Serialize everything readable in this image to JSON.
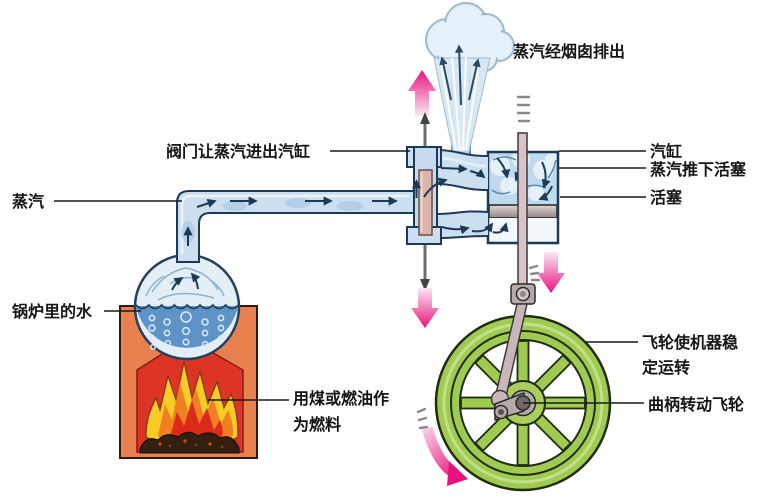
{
  "diagram": {
    "labels": {
      "chimney_exhaust": "蒸汽经烟囱排出",
      "valve": "阀门让蒸汽进出汽缸",
      "steam": "蒸汽",
      "boiler_water": "锅炉里的水",
      "fuel_line1": "用煤或燃油作",
      "fuel_line2": "为燃料",
      "cylinder": "汽缸",
      "steam_pushes_piston": "蒸汽推下活塞",
      "piston": "活塞",
      "flywheel_line1": "飞轮使机器稳",
      "flywheel_line2": "定运转",
      "crank": "曲柄转动飞轮"
    },
    "colors": {
      "arrow-pink": "#E9117E",
      "pipe-steam": "#CBDFF1",
      "steam-outline": "#1C3A57",
      "cylinder-steam": "#BFD9EE",
      "boiler-shell": "#E3EEF7",
      "water-blue": "#5E93C8",
      "furnace-orange": "#E8814F",
      "fire-red": "#DC3426",
      "flame-yellow": "#FACB25",
      "flame-orange": "#F07E22",
      "flame-red": "#DB2A1A",
      "flywheel-green": "#9FCB52",
      "metal-gray": "#B5ACA8",
      "rod-pink": "#D9C2C8",
      "label-text": "#151515"
    }
  }
}
